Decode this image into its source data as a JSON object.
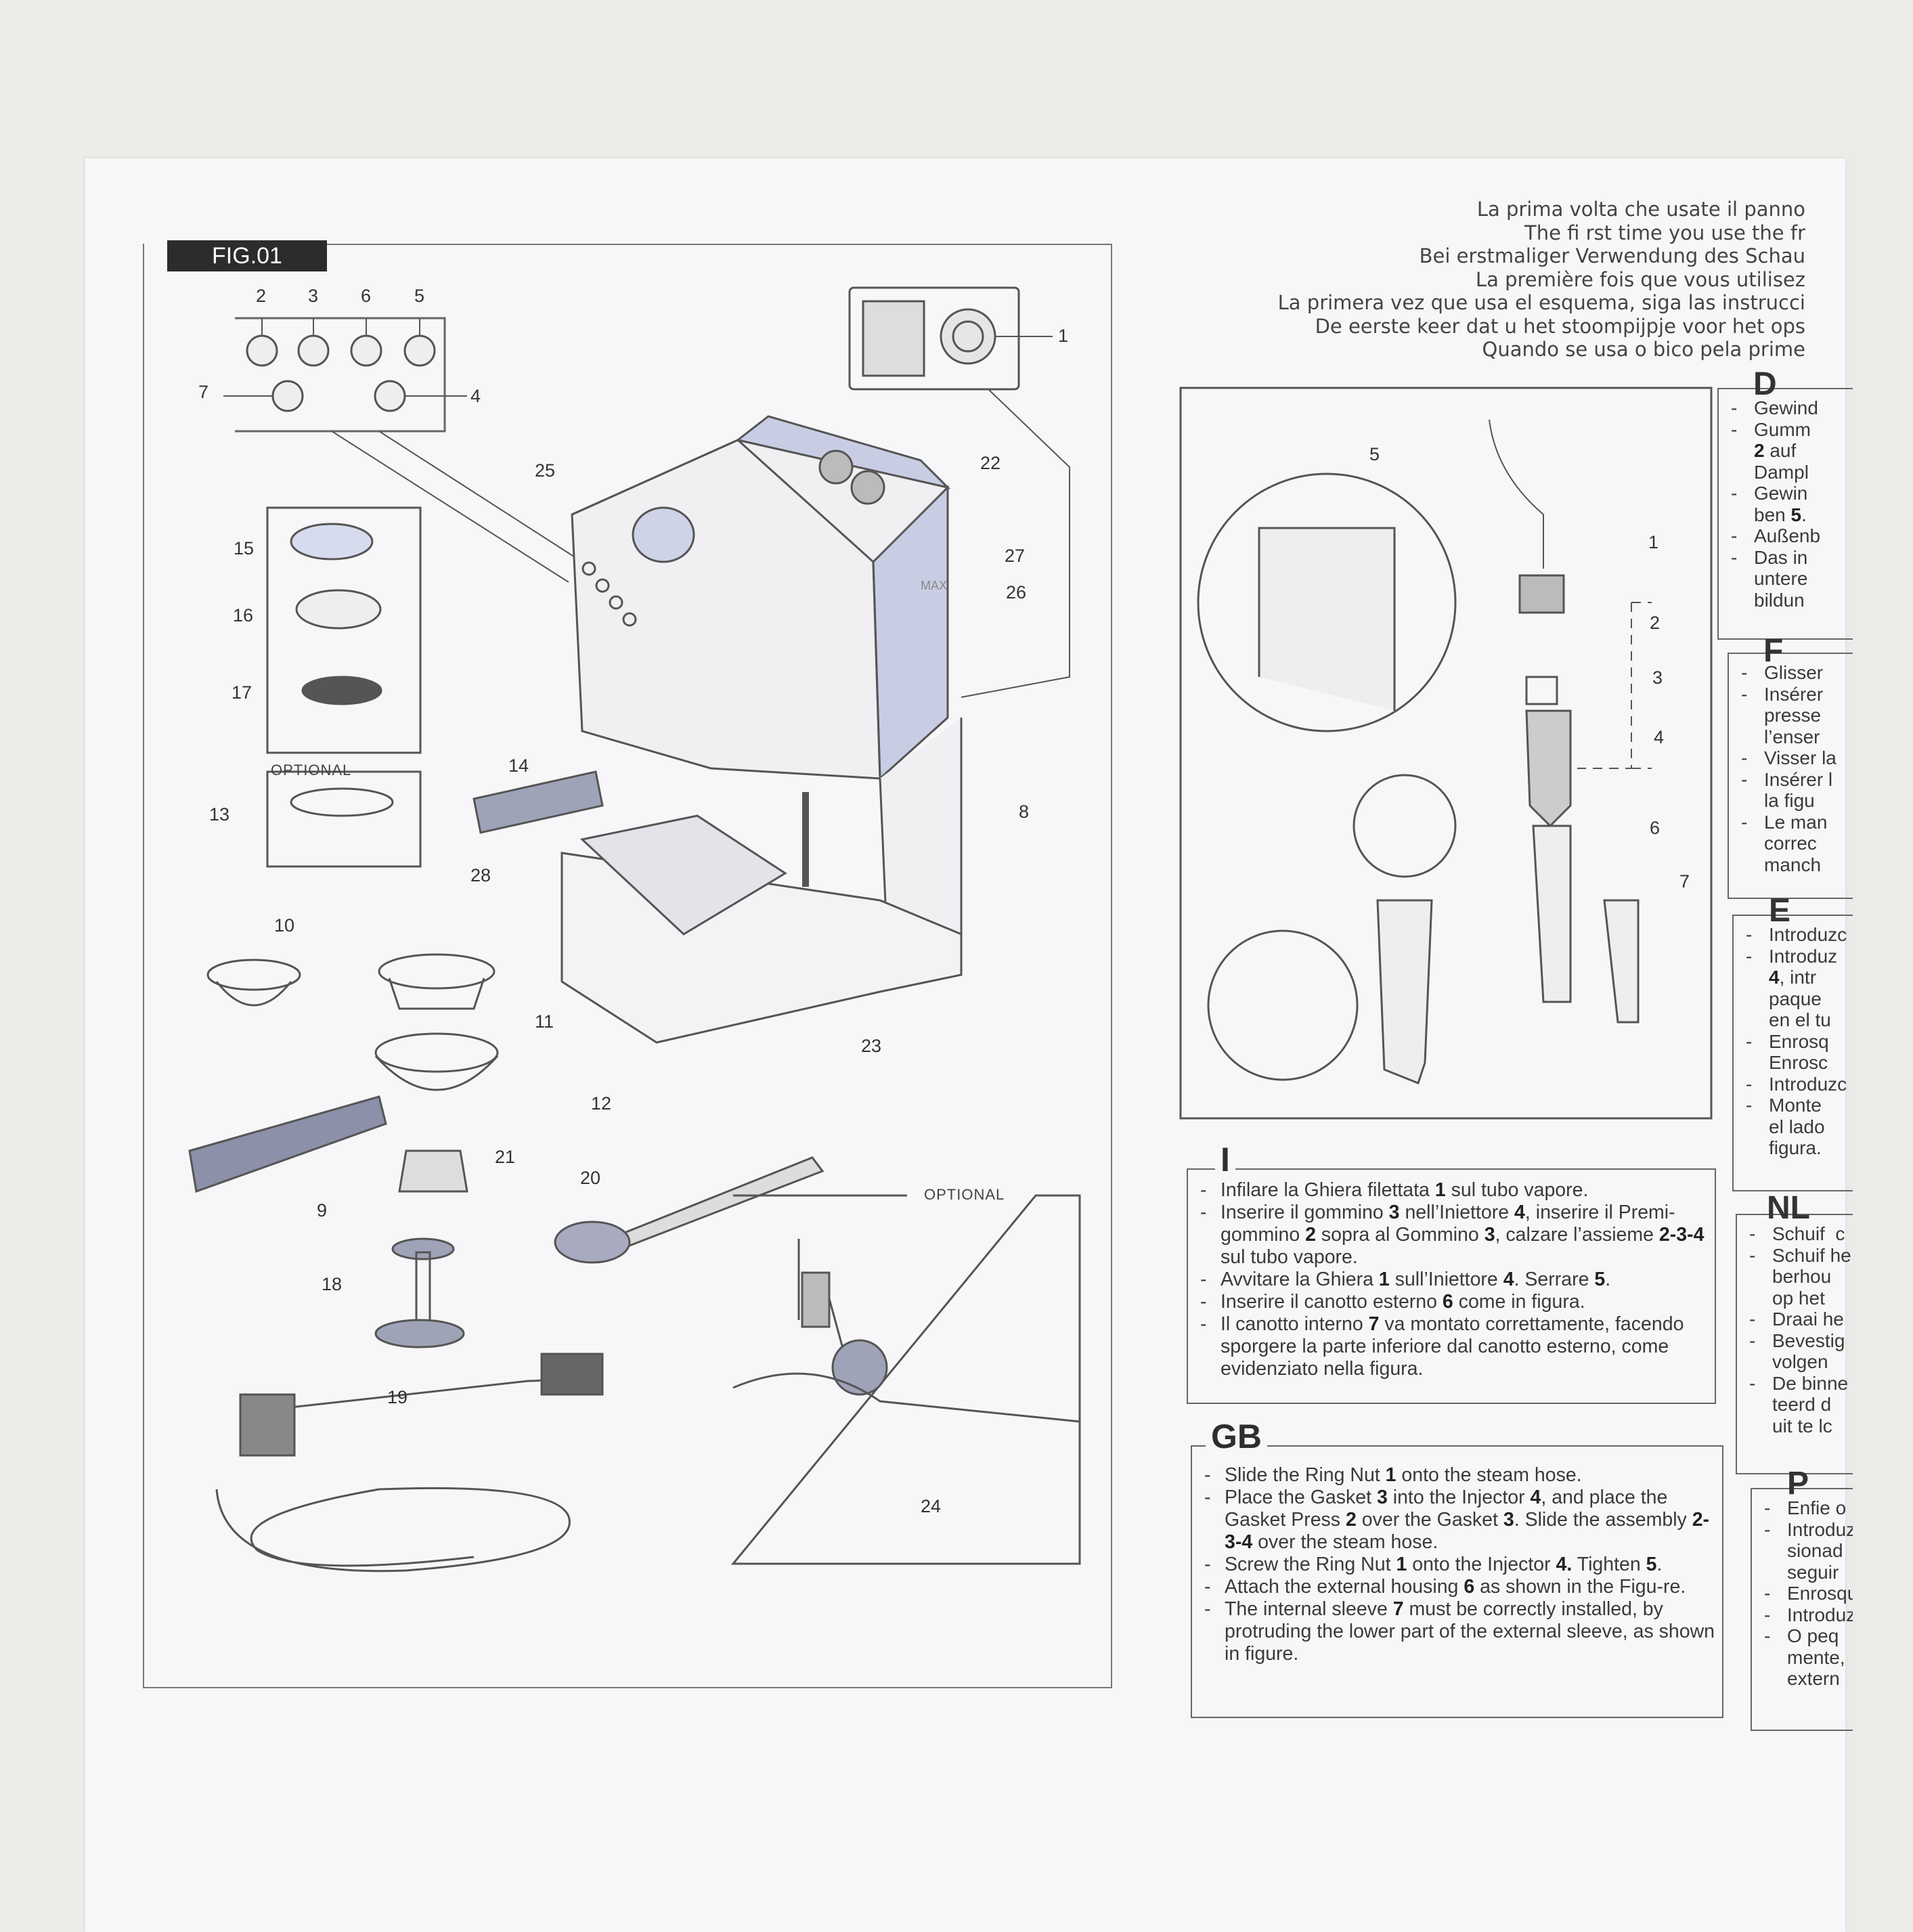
{
  "figure": {
    "label": "FIG.01",
    "optional_label": "OPTIONAL",
    "callouts": {
      "c2": "2",
      "c3": "3",
      "c6": "6",
      "c5": "5",
      "c7": "7",
      "c4": "4",
      "c1": "1",
      "c25": "25",
      "c22": "22",
      "c15": "15",
      "c16": "16",
      "c17": "17",
      "c27": "27",
      "c26": "26",
      "c13": "13",
      "c14": "14",
      "c8": "8",
      "c28": "28",
      "c10": "10",
      "c11": "11",
      "c23": "23",
      "c12": "12",
      "c9": "9",
      "c21": "21",
      "c20": "20",
      "c18": "18",
      "c19": "19",
      "c24": "24"
    },
    "machine_level_label": "MAX"
  },
  "intro_lines": [
    "La prima volta che usate il panno",
    "The fi rst time you use the fr",
    "Bei erstmaliger Verwendung des Schau",
    "La première fois que vous utilisez",
    "La primera vez que usa el esquema, siga las instrucci",
    "De eerste keer dat u het stoompijpje voor het ops",
    "Quando se usa o bico pela prime"
  ],
  "wand_figure": {
    "callouts": {
      "w5": "5",
      "w1": "1",
      "w2": "2",
      "w3": "3",
      "w4": "4",
      "w6": "6",
      "w7": "7"
    }
  },
  "sections": {
    "I": {
      "title": "I",
      "items": [
        [
          "Infilare la Ghiera filettata ",
          "1",
          " sul tubo vapore."
        ],
        [
          "Inserire il gommino ",
          "3",
          " nell’Iniettore ",
          "4",
          ", inserire il Premi-gommino ",
          "2",
          " sopra al Gommino ",
          "3",
          ", calzare l’assieme ",
          "2-3-4",
          " sul tubo vapore."
        ],
        [
          "Avvitare la Ghiera ",
          "1",
          " sull’Iniettore ",
          "4",
          ". Serrare ",
          "5",
          "."
        ],
        [
          "Inserire il canotto esterno ",
          "6",
          " come in figura."
        ],
        [
          "Il canotto interno ",
          "7",
          " va montato correttamente, facendo sporgere la parte inferiore dal canotto esterno, come evidenziato nella figura."
        ]
      ]
    },
    "GB": {
      "title": "GB",
      "items": [
        [
          "Slide the Ring Nut ",
          "1",
          " onto the steam hose."
        ],
        [
          "Place the Gasket ",
          "3",
          " into the Injector ",
          "4",
          ", and place the Gasket Press ",
          "2",
          " over the Gasket ",
          "3",
          ".  Slide the assembly ",
          "2-3-4",
          " over the steam hose."
        ],
        [
          "Screw the Ring Nut ",
          "1",
          " onto the Injector ",
          "4.",
          " Tighten ",
          "5",
          "."
        ],
        [
          "Attach the external housing ",
          "6",
          " as shown in the Figu-re."
        ],
        [
          "The internal sleeve ",
          "7",
          " must be correctly installed, by protruding the lower part of the external sleeve, as shown in figure."
        ]
      ]
    },
    "D": {
      "title": "D",
      "items": [
        [
          "Gewind"
        ],
        [
          "Gumm\n",
          "2",
          " auf\nDampl"
        ],
        [
          "Gewin\nben ",
          "5",
          "."
        ],
        [
          "Außenb"
        ],
        [
          "Das in\nuntere\nbildun"
        ]
      ]
    },
    "F": {
      "title": "F",
      "items": [
        [
          "Glisser"
        ],
        [
          "Insérer\npresse\nl’enser"
        ],
        [
          "Visser la"
        ],
        [
          "Insérer l\nla figu"
        ],
        [
          "Le man\ncorrec\nmanch"
        ]
      ]
    },
    "E": {
      "title": "E",
      "items": [
        [
          "Introduzc"
        ],
        [
          "Introduz\n",
          "4",
          ", intr\npaque\nen el tu"
        ],
        [
          "Enrosq\nEnrosc"
        ],
        [
          "Introduzc"
        ],
        [
          "Monte\nel lado\nfigura."
        ]
      ]
    },
    "NL": {
      "title": "NL",
      "items": [
        [
          "Schuif  c"
        ],
        [
          "Schuif he\nberhou\nop het"
        ],
        [
          "Draai he"
        ],
        [
          "Bevestig\nvolgen"
        ],
        [
          "De binne\nteerd d\nuit te lc"
        ]
      ]
    },
    "P": {
      "title": "P",
      "items": [
        [
          "Enfie o"
        ],
        [
          "Introduz\nsionad\nseguir"
        ],
        [
          "Enrosqu"
        ],
        [
          "Introduz"
        ],
        [
          "O peq\nmente,\nextern"
        ]
      ]
    }
  },
  "colors": {
    "paper": "#f7f7f9",
    "background": "#ecebe8",
    "ink": "#3a3a3c",
    "machine_tint": "#c9cde4"
  }
}
